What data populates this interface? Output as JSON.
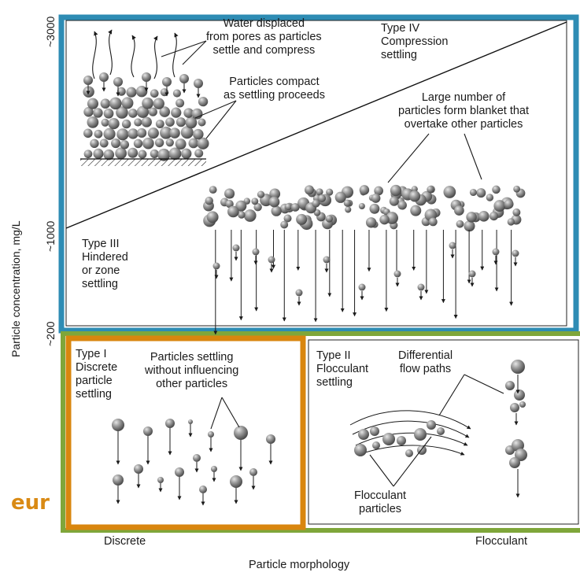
{
  "colors": {
    "blue_frame": "#2e8cb4",
    "orange_frame": "#d9860e",
    "green_frame": "#7fa63a",
    "particle": "#8a8a8a",
    "ink": "#1a1a1a"
  },
  "axes": {
    "ylabel": "Particle concentration, mg/L",
    "yticks": [
      "~3000",
      "~1000",
      "~200"
    ],
    "xlabel": "Particle morphology",
    "xticks": [
      "Discrete",
      "Flocculant"
    ]
  },
  "regions": {
    "type1": {
      "title": "Type I\nDiscrete\nparticle\nsettling",
      "note": "Particles settling\nwithout influencing\nother particles"
    },
    "type2": {
      "title": "Type II\nFlocculant\nsettling",
      "note": "Differential\nflow paths",
      "note2": "Flocculant\nparticles"
    },
    "type3": {
      "title": "Type III\nHindered\nor zone\nsettling",
      "note": "Large number of\nparticles form blanket that\novertake other particles"
    },
    "type4": {
      "title": "Type IV\nCompression\nsettling",
      "note": "Water displaced\nfrom pores as particles\nsettle and compress",
      "note2": "Particles compact\nas settling proceeds"
    }
  },
  "accent_text": "eur"
}
